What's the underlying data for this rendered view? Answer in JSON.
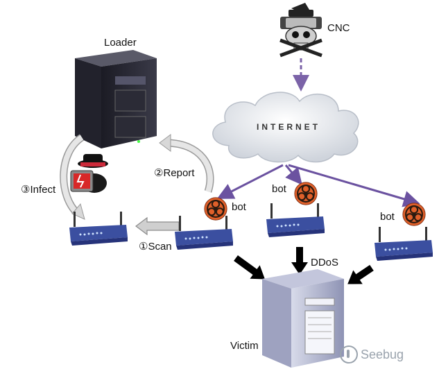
{
  "nodes": {
    "cnc": "CNC",
    "loader": "Loader",
    "internet": "INTERNET",
    "victim": "Victim",
    "bot_left": "bot",
    "bot_middle": "bot",
    "bot_right": "bot"
  },
  "steps": {
    "scan": "①Scan",
    "report": "②Report",
    "infect": "③Infect",
    "ddos": "DDoS"
  },
  "watermark": "Seebug",
  "colors": {
    "cnc_arrow": "#7b63a8",
    "bot_links": "#6b52a0",
    "ddos_arrows": "#000000",
    "flow_arrows": "#c8c8c8",
    "biohazard": "#e0602a",
    "router": "#3b4fa0"
  },
  "icons": [
    "skull-crossbones-icon",
    "server-icon",
    "cloud-icon",
    "router-icon",
    "biohazard-icon",
    "hacker-icon"
  ]
}
